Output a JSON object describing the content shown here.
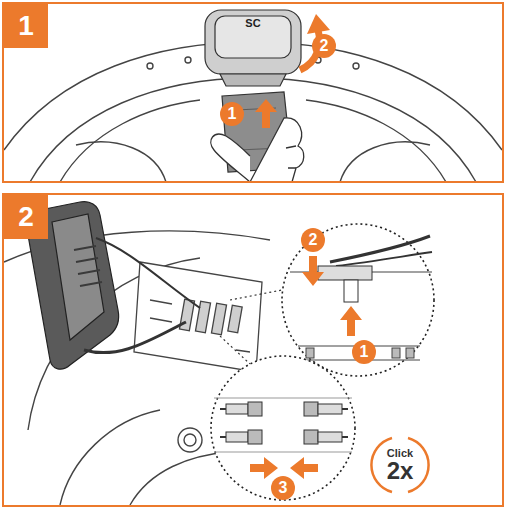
{
  "diagram": {
    "nodes": [
      {
        "text": [
          "1"
        ]
      },
      {
        "text": [
          "2"
        ]
      },
      {
        "text": [
          "Click",
          "2x"
        ],
        "in": 1
      }
    ],
    "labels": [
      "SC",
      "2",
      "1",
      "2",
      "1",
      "3"
    ]
  }
}
